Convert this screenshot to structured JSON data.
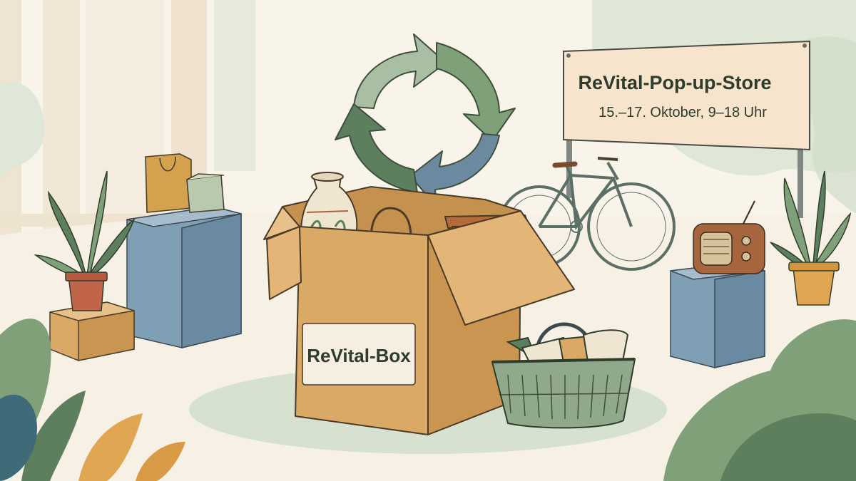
{
  "sign": {
    "title": "ReVital-Pop-up-Store",
    "subtitle": "15.–17. Oktober, 9–18 Uhr"
  },
  "box": {
    "label": "ReVital-Box"
  },
  "palette": {
    "background": "#f8f4ea",
    "sage": "#8fa98a",
    "dark_green": "#5d7f5d",
    "slate_blue": "#6f8ba0",
    "cardboard": "#d9a965",
    "wood": "#a7653e"
  },
  "icons": [
    "recycle-arrows-icon",
    "shopping-bag-icon",
    "vase-icon",
    "handbag-icon",
    "bicycle-icon",
    "radio-icon",
    "basket-icon",
    "potted-plant-icon"
  ]
}
